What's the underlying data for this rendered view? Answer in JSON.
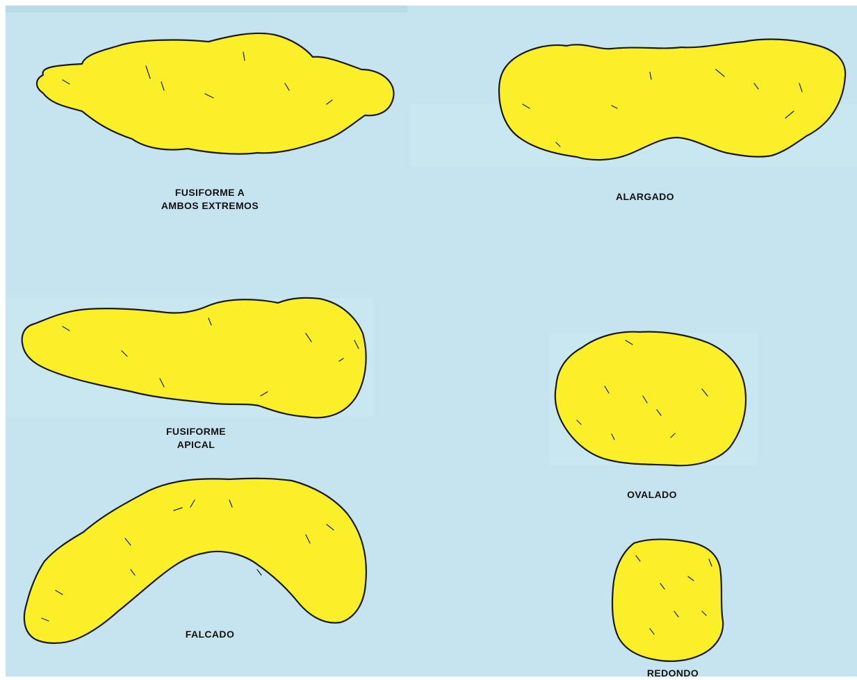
{
  "figure": {
    "background_color": "#c5e4ef",
    "shape_fill_color": "#fbef2a",
    "outline_color": "#1a1a1a",
    "shapes": [
      {
        "id": "fusiforme-ambos",
        "label_lines": [
          "FUSIFORME A",
          "AMBOS EXTREMOS"
        ]
      },
      {
        "id": "alargado",
        "label_lines": [
          "ALARGADO"
        ]
      },
      {
        "id": "fusiforme-apical",
        "label_lines": [
          "FUSIFORME",
          "APICAL"
        ]
      },
      {
        "id": "ovalado",
        "label_lines": [
          "OVALADO"
        ]
      },
      {
        "id": "falcado",
        "label_lines": [
          "FALCADO"
        ]
      },
      {
        "id": "redondo",
        "label_lines": [
          "REDONDO"
        ]
      }
    ]
  }
}
